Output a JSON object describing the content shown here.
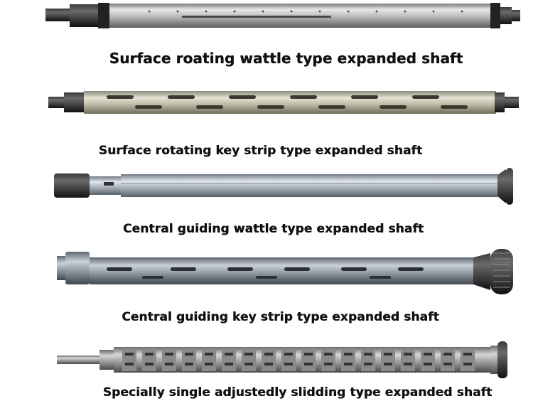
{
  "products": [
    {
      "caption": "Surface roating wattle type expanded shaft"
    },
    {
      "caption": "Surface rotating key strip type expanded shaft"
    },
    {
      "caption": "Central guiding wattle type expanded shaft"
    },
    {
      "caption": "Central guiding key strip type expanded shaft"
    },
    {
      "caption": "Specially single adjustedly slidding type expanded shaft"
    }
  ]
}
